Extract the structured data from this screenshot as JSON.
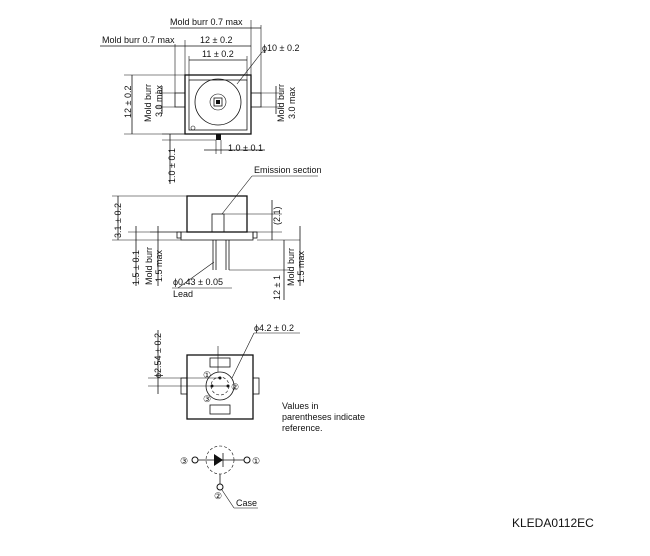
{
  "top_view": {
    "mold_burr_right": "Mold burr 0.7 max",
    "mold_burr_left": "Mold burr 0.7 max",
    "width_outer": "12 ± 0.2",
    "width_inner": "11 ± 0.2",
    "diameter_window": "ϕ10 ± 0.2",
    "height": "12 ± 0.2",
    "side_burr_left_1": "Mold burr",
    "side_burr_left_2": "3.0 max",
    "side_burr_right_1": "Mold burr",
    "side_burr_right_2": "3.0 max",
    "lead_offset": "1.0 ± 0.1",
    "lead_length": "1.0 ± 0.1"
  },
  "side_view": {
    "emission_label": "Emission section",
    "body_height": "3.1 ± 0.2",
    "emission_ref": "(2.1)",
    "flange_thickness": "1.5 ± 0.1",
    "burr_left_1": "Mold burr",
    "burr_left_2": "1.5 max",
    "lead_length": "12 ± 1",
    "burr_right_1": "Mold burr",
    "burr_right_2": "1.5 max",
    "lead_diameter": "ϕ0.43 ± 0.05",
    "lead_label": "Lead"
  },
  "bottom_view": {
    "pin_circle": "ϕ2.54 ± 0.2",
    "window_diameter": "ϕ4.2 ± 0.2",
    "pin_1": "①",
    "pin_2": "②",
    "pin_3": "③"
  },
  "note": {
    "line1": "Values in",
    "line2": "parentheses indicate",
    "line3": "reference."
  },
  "schematic": {
    "pin_3": "③",
    "pin_1": "①",
    "pin_2": "②",
    "case_label": "Case"
  },
  "figure_code": "KLEDA0112EC"
}
